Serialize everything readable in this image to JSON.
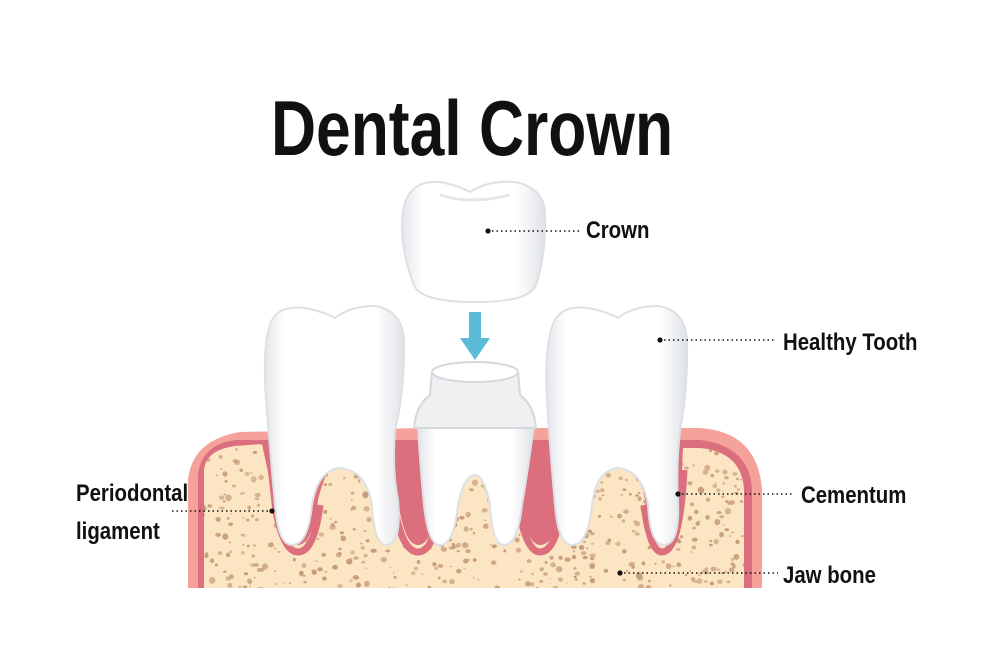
{
  "title": "Dental Crown",
  "labels": {
    "crown": "Crown",
    "healthy_tooth": "Healthy Tooth",
    "cementum": "Cementum",
    "jaw_bone": "Jaw bone",
    "periodontal_1": "Periodontal",
    "periodontal_2": "ligament"
  },
  "colors": {
    "gum": "#f5a29a",
    "gum_inner": "#dc6f7e",
    "bone": "#fce5c3",
    "spots": "#c59a78",
    "tooth": "#ffffff",
    "tooth_shade": "#e3e6ea",
    "arrow": "#5bbcd8"
  }
}
